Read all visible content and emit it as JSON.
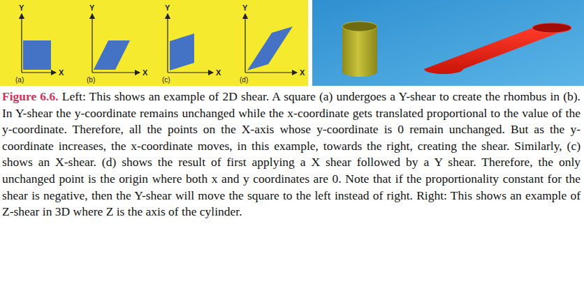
{
  "diagram": {
    "caption": "Left: This shows an example of 2D shear. A square (a) undergoes a Y-shear to create the rhombus in (b). In Y-shear the y-coordinate remains unchanged while the x-coordinate gets translated proportional to the value of the y-coordinate. Therefore, all the points on the X-axis whose y-coordinate is 0 remain unchanged. But as the y-coordinate increases, the x-coordinate moves, in this example, towards the right, creating the shear. Similarly, (c) shows an X-shear. (d) shows the result of first applying a X shear followed by a Y shear. Therefore, the only unchanged point is the origin where both x and y coordinates are 0. Note that if the proportionality constant for the shear is negative, then the Y-shear will move the square to the left instead of right. Right: This shows an example of Z-shear in 3D where Z is the axis of the cylinder.",
    "labels": [
      "Y",
      "X",
      "(a)",
      "Y",
      "X",
      "(b)",
      "Y",
      "X",
      "(c)",
      "Y",
      "X",
      "(d)",
      "Figure 6.6."
    ]
  }
}
